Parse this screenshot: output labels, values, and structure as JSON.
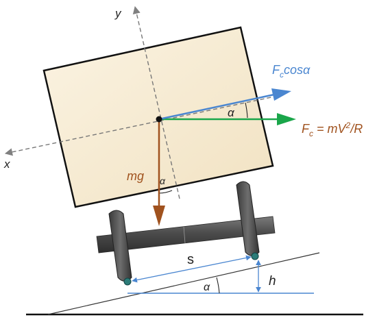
{
  "axes": {
    "y_label": "y",
    "x_label": "x"
  },
  "forces": {
    "fc_cos": {
      "base": "F",
      "sub": "c",
      "tail": "cosα"
    },
    "fc": {
      "base": "F",
      "sub": "c",
      "eq": " = mV",
      "sup": "2",
      "tail": "/R"
    },
    "mg": "mg"
  },
  "angles": {
    "alpha_top": "α",
    "alpha_mg": "α",
    "alpha_slope": "α"
  },
  "dims": {
    "s": "s",
    "h": "h"
  },
  "colors": {
    "blue": "#4A86D0",
    "green": "#1AA64A",
    "brown": "#A0521E",
    "body_fill": "#F6EBD2",
    "axle": "#4A4A4A",
    "axis_gray": "#666666"
  }
}
